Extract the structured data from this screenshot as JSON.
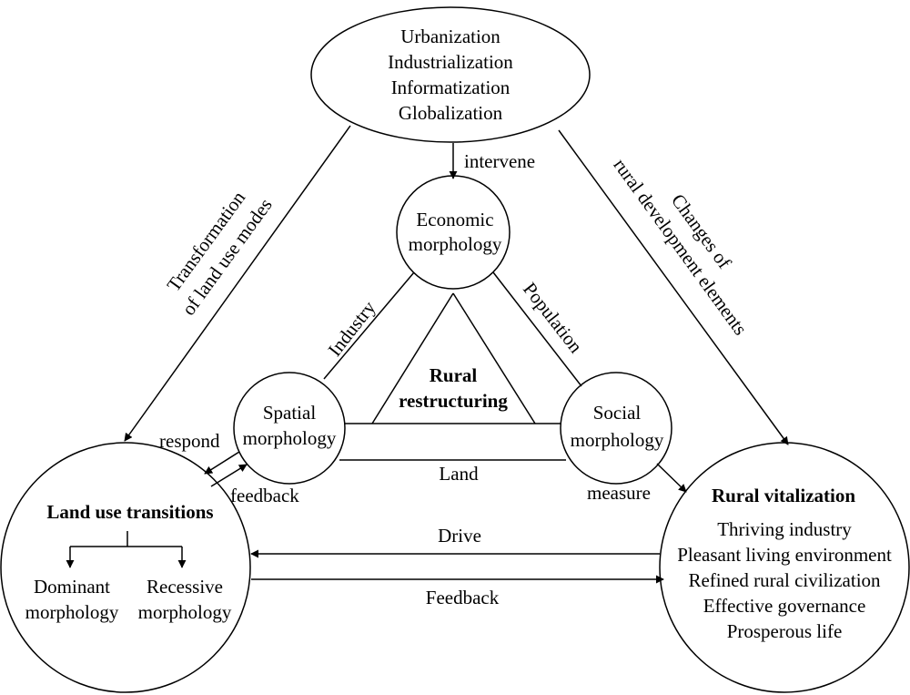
{
  "top_node": {
    "lines": [
      "Urbanization",
      "Industrialization",
      "Informatization",
      "Globalization"
    ]
  },
  "economic": {
    "lines": [
      "Economic",
      "morphology"
    ]
  },
  "spatial": {
    "lines": [
      "Spatial",
      "morphology"
    ]
  },
  "social": {
    "lines": [
      "Social",
      "morphology"
    ]
  },
  "center": {
    "lines": [
      "Rural",
      "restructuring"
    ]
  },
  "land_use": {
    "title": "Land use transitions",
    "dominant": [
      "Dominant",
      "morphology"
    ],
    "recessive": [
      "Recessive",
      "morphology"
    ]
  },
  "vitalization": {
    "title": "Rural vitalization",
    "items": [
      "Thriving industry",
      "Pleasant living environment",
      "Refined rural civilization",
      "Effective governance",
      "Prosperous life"
    ]
  },
  "labels": {
    "intervene": "intervene",
    "industry": "Industry",
    "population": "Population",
    "land": "Land",
    "respond": "respond",
    "feedback_small": "feedback",
    "measure": "measure",
    "drive": "Drive",
    "feedback_big": "Feedback",
    "transformation": [
      "Transformation",
      "of land use modes"
    ],
    "changes": [
      "Changes of",
      "rural development elements"
    ]
  }
}
